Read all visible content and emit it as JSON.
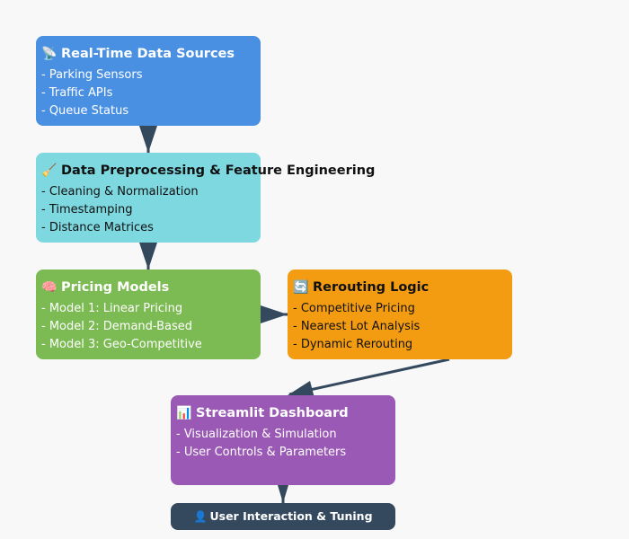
{
  "colors": {
    "edge": "#34495e",
    "sources": "#4a90e2",
    "preprocessing": "#7dd8e0",
    "pricing": "#7cbb53",
    "rerouting": "#f39c12",
    "dashboard": "#9b59b6",
    "user": "#34495e",
    "background": "#f8f8f9"
  },
  "nodes": {
    "sources": {
      "icon": "satellite-antenna-icon",
      "icon_glyph": "📡",
      "title": "Real-Time Data Sources",
      "items": [
        "- Parking Sensors",
        "- Traffic APIs",
        "- Queue Status"
      ]
    },
    "preprocessing": {
      "icon": "broom-icon",
      "icon_glyph": "🧹",
      "title": "Data Preprocessing & Feature Engineering",
      "items": [
        "- Cleaning & Normalization",
        "- Timestamping",
        "- Distance Matrices"
      ]
    },
    "pricing": {
      "icon": "brain-icon",
      "icon_glyph": "🧠",
      "title": "Pricing Models",
      "items": [
        "- Model 1: Linear Pricing",
        "- Model 2: Demand-Based",
        "- Model 3: Geo-Competitive"
      ]
    },
    "rerouting": {
      "icon": "refresh-icon",
      "icon_glyph": "🔄",
      "title": "Rerouting Logic",
      "items": [
        "- Competitive Pricing",
        "- Nearest Lot Analysis",
        "- Dynamic Rerouting"
      ]
    },
    "dashboard": {
      "icon": "bar-chart-icon",
      "icon_glyph": "📊",
      "title": "Streamlit Dashboard",
      "items": [
        "- Visualization & Simulation",
        "- User Controls & Parameters"
      ]
    },
    "user": {
      "icon": "user-silhouette-icon",
      "icon_glyph": "👤",
      "title": "User Interaction & Tuning"
    }
  },
  "edges": [
    {
      "from": "sources",
      "to": "preprocessing"
    },
    {
      "from": "preprocessing",
      "to": "pricing"
    },
    {
      "from": "pricing",
      "to": "rerouting"
    },
    {
      "from": "rerouting",
      "to": "dashboard"
    },
    {
      "from": "dashboard",
      "to": "user"
    }
  ]
}
